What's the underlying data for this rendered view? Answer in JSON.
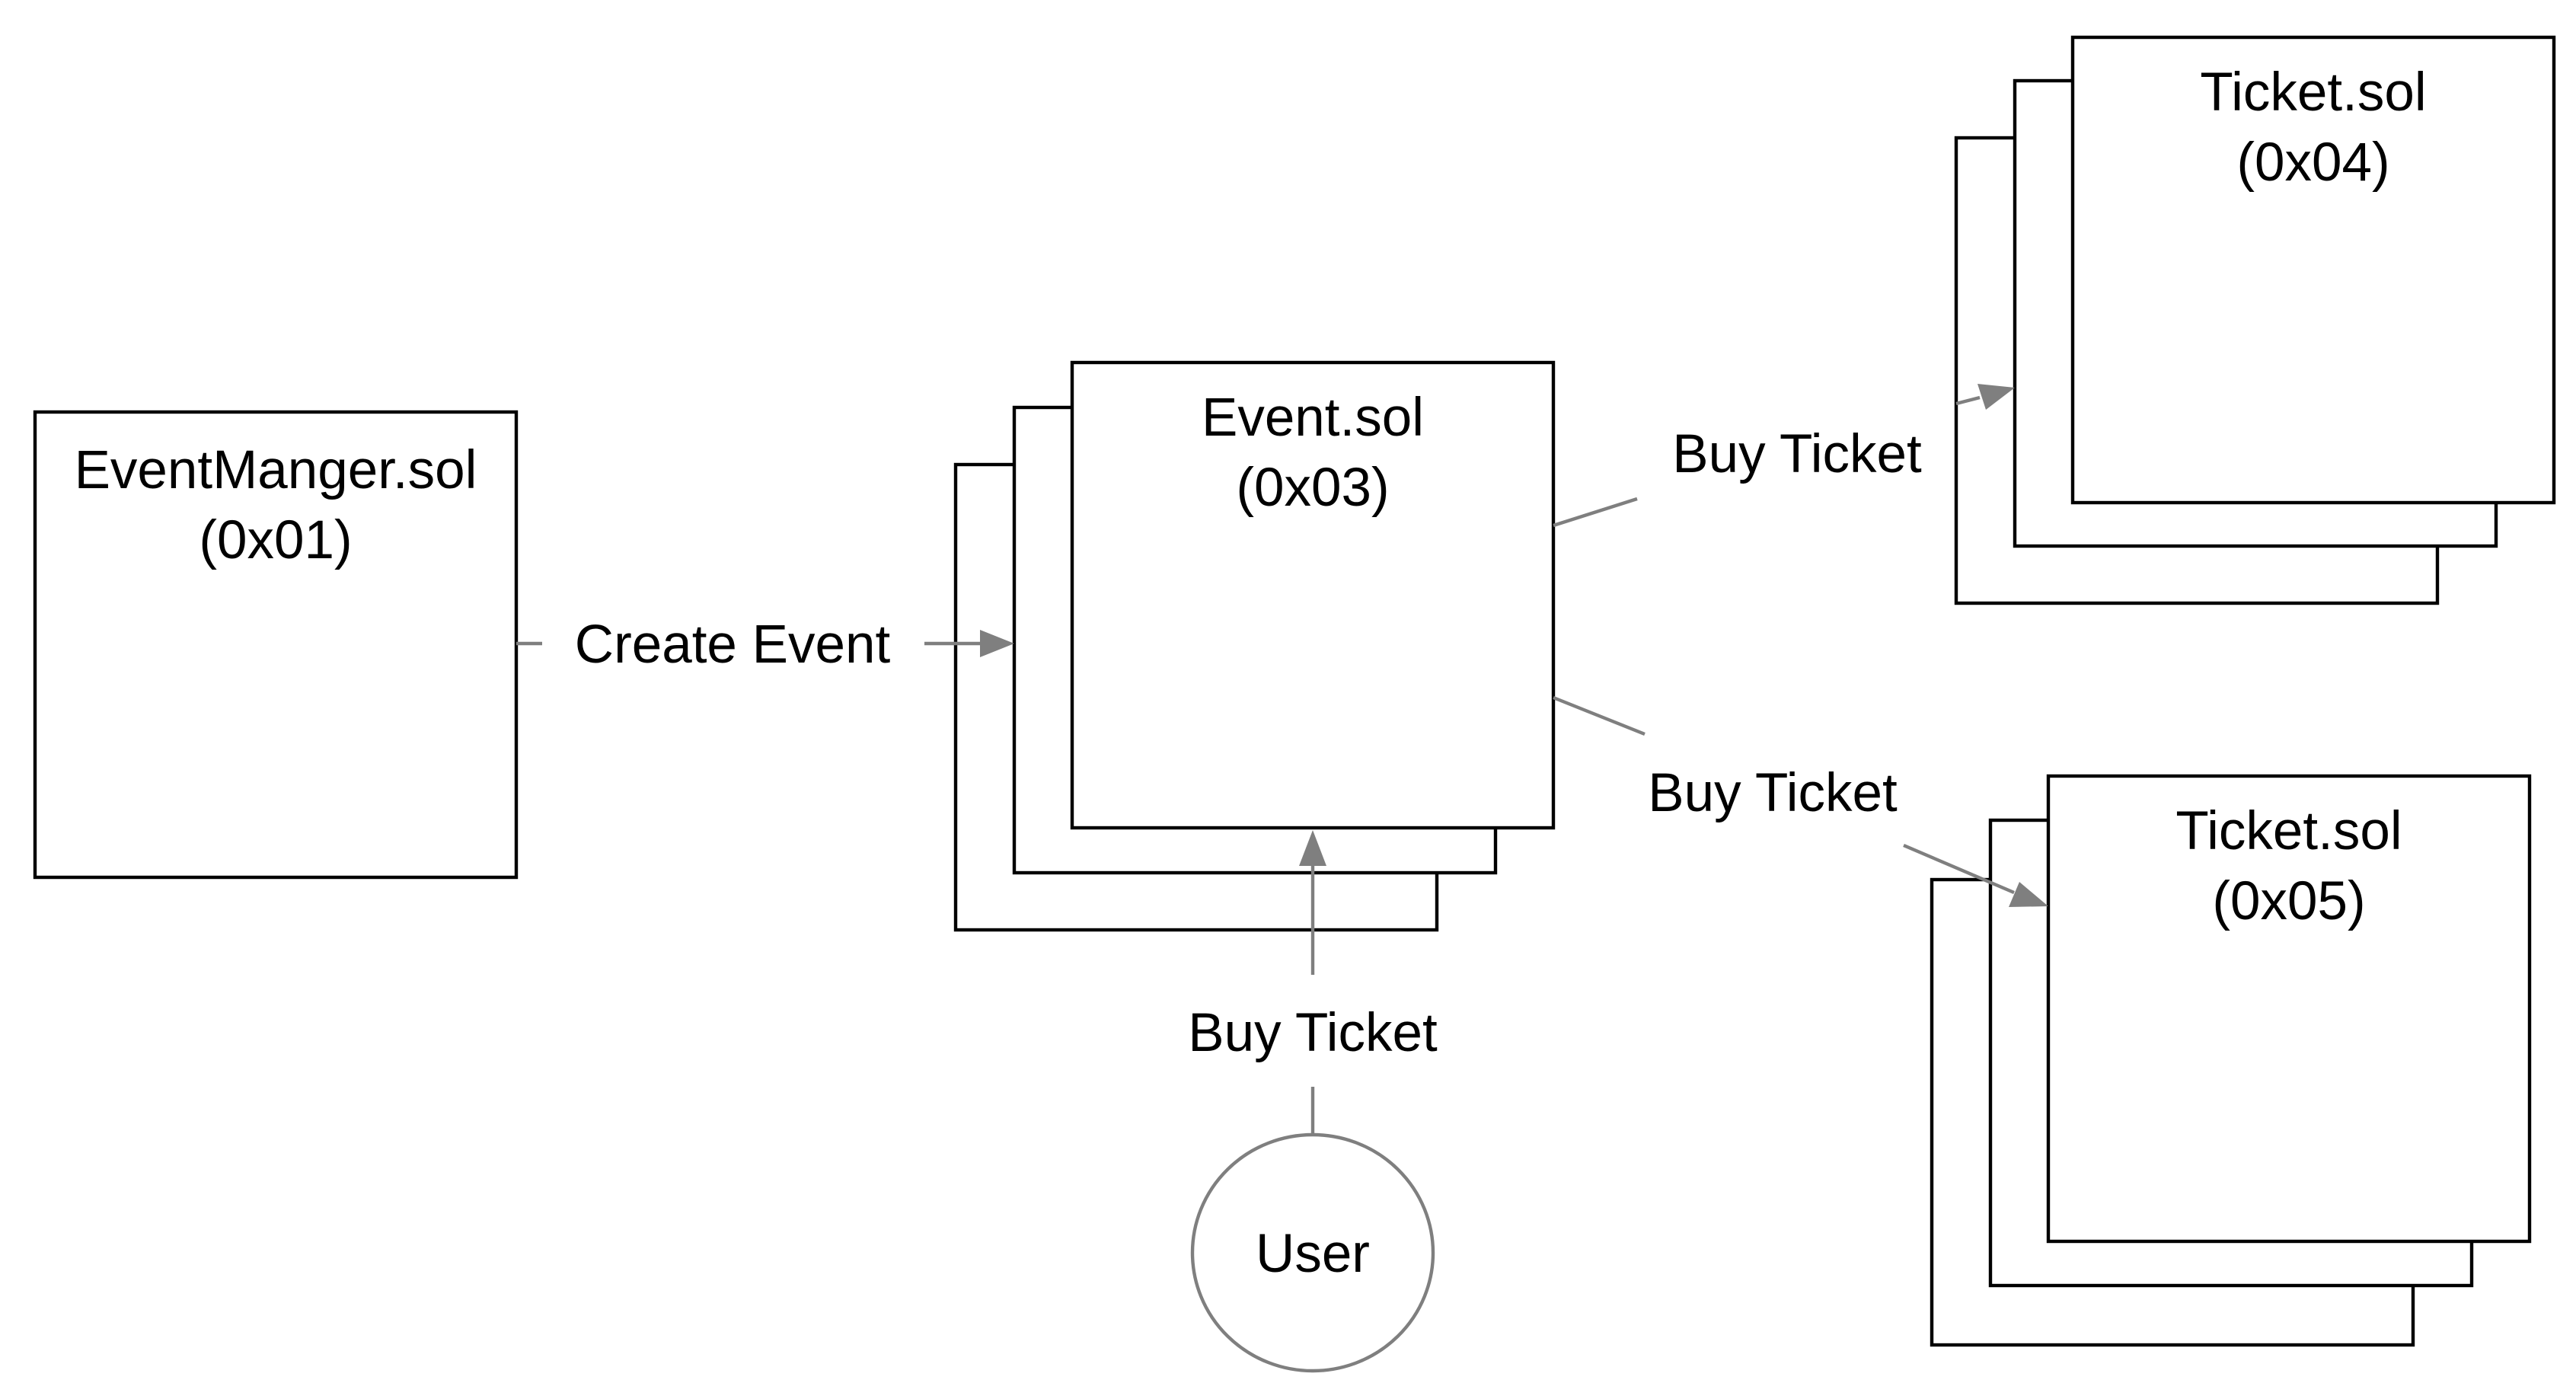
{
  "nodes": {
    "event_manager": {
      "name": "EventManger.sol",
      "address": "(0x01)"
    },
    "event": {
      "name": "Event.sol",
      "address": "(0x03)"
    },
    "ticket_a": {
      "name": "Ticket.sol",
      "address": "(0x04)"
    },
    "ticket_b": {
      "name": "Ticket.sol",
      "address": "(0x05)"
    },
    "user": {
      "name": "User"
    }
  },
  "edges": {
    "create_event": "Create Event",
    "buy_ticket_user": "Buy Ticket",
    "buy_ticket_a": "Buy Ticket",
    "buy_ticket_b": "Buy Ticket"
  },
  "colors": {
    "box_stroke": "#000000",
    "edge_stroke": "#7f7f7f",
    "background": "#ffffff"
  }
}
